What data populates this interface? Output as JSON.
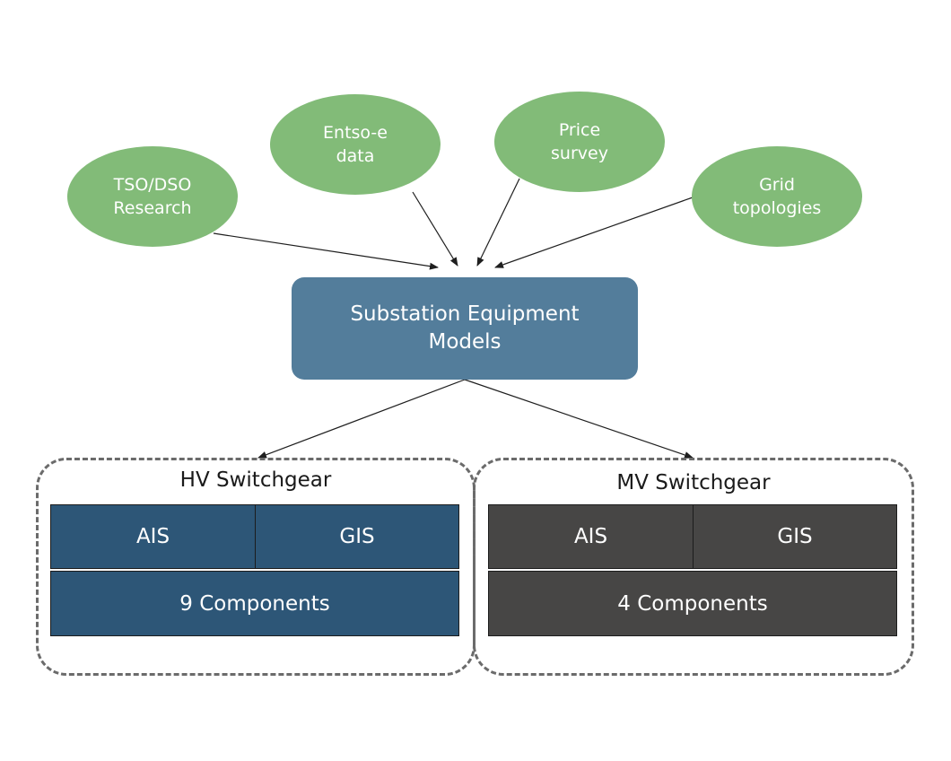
{
  "colors": {
    "source_fill": "#82bb78",
    "model_fill": "#537d9b",
    "hv_fill": "#2d5677",
    "mv_fill": "#474645",
    "arrow": "#1f1f1f",
    "group_border": "#6b6b6b"
  },
  "sources": [
    {
      "line1": "TSO/DSO",
      "line2": "Research"
    },
    {
      "line1": "Entso-e",
      "line2": "data"
    },
    {
      "line1": "Price",
      "line2": "survey"
    },
    {
      "line1": "Grid",
      "line2": "topologies"
    }
  ],
  "model": {
    "line1": "Substation Equipment",
    "line2": "Models"
  },
  "hv": {
    "title": "HV Switchgear",
    "left": "AIS",
    "right": "GIS",
    "bottom": "9 Components"
  },
  "mv": {
    "title": "MV Switchgear",
    "left": "AIS",
    "right": "GIS",
    "bottom": "4 Components"
  }
}
